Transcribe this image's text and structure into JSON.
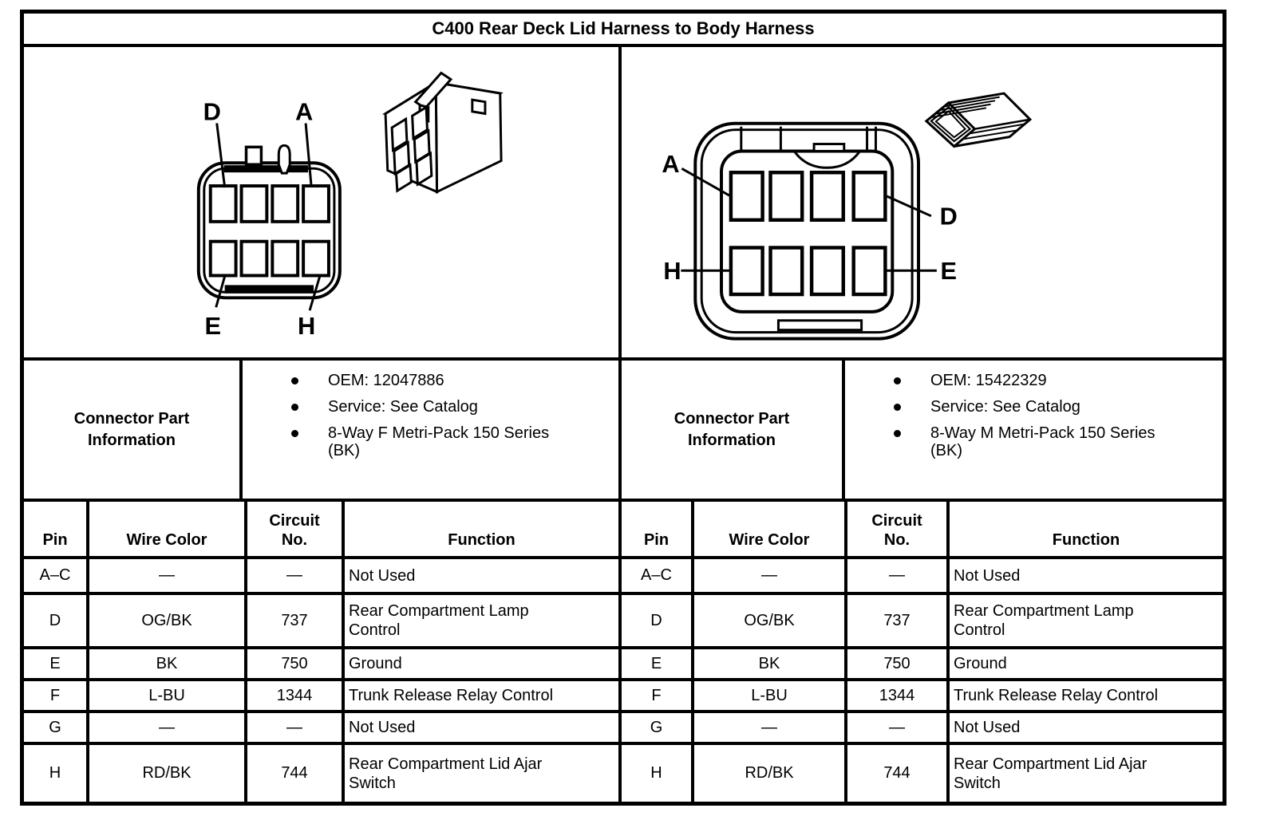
{
  "title": "C400 Rear Deck Lid Harness to Body Harness",
  "connectors": {
    "left": {
      "pin_labels": {
        "top_left": "D",
        "top_right": "A",
        "bottom_left": "E",
        "bottom_right": "H"
      },
      "part_info": {
        "label": "Connector Part Information",
        "bullets": [
          "OEM: 12047886",
          "Service: See Catalog",
          "8-Way F Metri-Pack 150 Series (BK)"
        ]
      },
      "table": {
        "headers": [
          "Pin",
          "Wire Color",
          "Circuit No.",
          "Function"
        ],
        "rows": [
          [
            "A–C",
            "—",
            "—",
            "Not Used"
          ],
          [
            "D",
            "OG/BK",
            "737",
            "Rear Compartment Lamp Control"
          ],
          [
            "E",
            "BK",
            "750",
            "Ground"
          ],
          [
            "F",
            "L-BU",
            "1344",
            "Trunk Release Relay Control"
          ],
          [
            "G",
            "—",
            "—",
            "Not Used"
          ],
          [
            "H",
            "RD/BK",
            "744",
            "Rear Compartment Lid Ajar Switch"
          ]
        ]
      }
    },
    "right": {
      "pin_labels": {
        "top_left": "A",
        "top_right": "D",
        "bottom_left": "H",
        "bottom_right": "E"
      },
      "part_info": {
        "label": "Connector Part Information",
        "bullets": [
          "OEM: 15422329",
          "Service: See Catalog",
          "8-Way M Metri-Pack 150 Series (BK)"
        ]
      },
      "table": {
        "headers": [
          "Pin",
          "Wire Color",
          "Circuit No.",
          "Function"
        ],
        "rows": [
          [
            "A–C",
            "—",
            "—",
            "Not Used"
          ],
          [
            "D",
            "OG/BK",
            "737",
            "Rear Compartment Lamp Control"
          ],
          [
            "E",
            "BK",
            "750",
            "Ground"
          ],
          [
            "F",
            "L-BU",
            "1344",
            "Trunk Release Relay Control"
          ],
          [
            "G",
            "—",
            "—",
            "Not Used"
          ],
          [
            "H",
            "RD/BK",
            "744",
            "Rear Compartment Lid Ajar Switch"
          ]
        ]
      }
    }
  }
}
